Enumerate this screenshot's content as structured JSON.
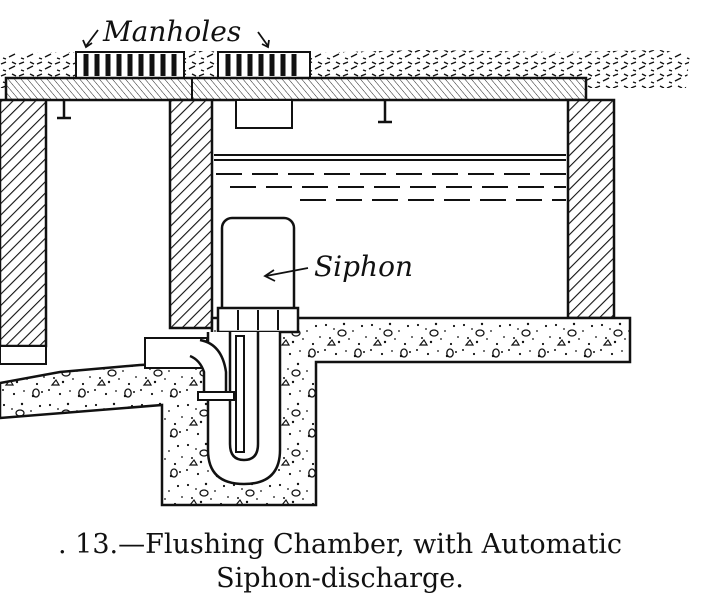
{
  "labels": {
    "manholes": "Manholes",
    "siphon": "Siphon"
  },
  "caption": {
    "line1": ". 13.—Flushing Chamber, with Automatic",
    "line2": "Siphon-discharge."
  }
}
